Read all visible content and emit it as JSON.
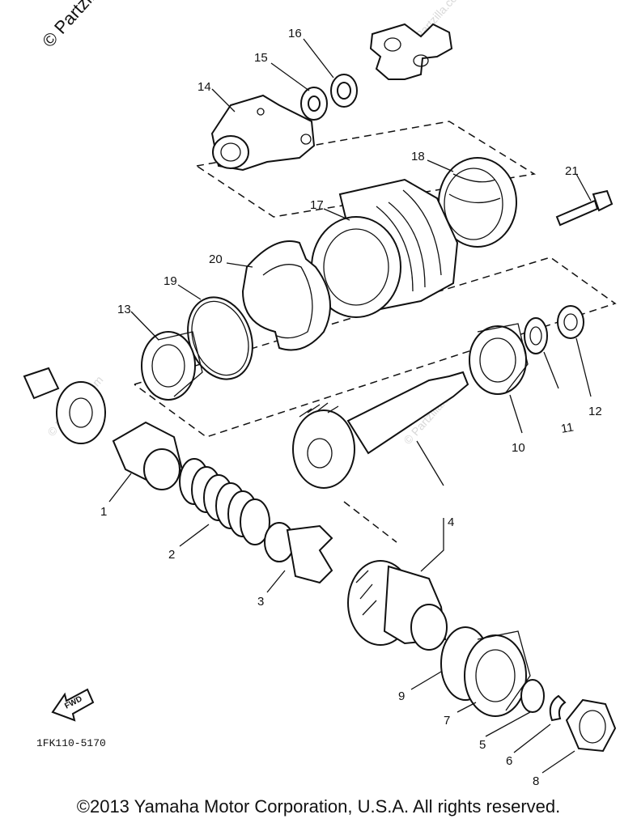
{
  "watermark": "© Partzilla.com",
  "diagram_code": "1FK110-5170",
  "fwd_label": "FWD",
  "copyright": "©2013 Yamaha Motor Corporation, U.S.A. All rights reserved.",
  "callouts": [
    "1",
    "2",
    "3",
    "4",
    "5",
    "6",
    "7",
    "8",
    "9",
    "10",
    "11",
    "12",
    "13",
    "14",
    "15",
    "16",
    "17",
    "18",
    "19",
    "20",
    "21"
  ]
}
